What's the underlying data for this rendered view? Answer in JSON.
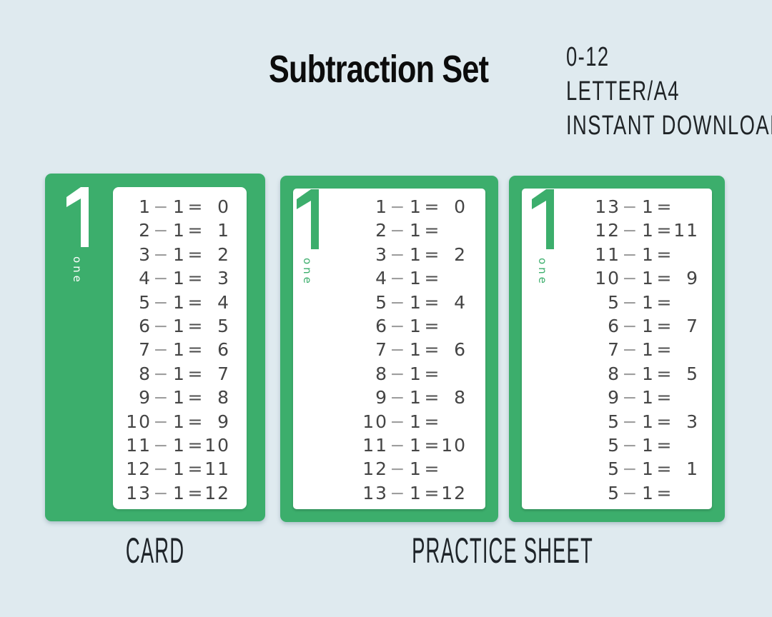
{
  "header": {
    "title": "Subtraction Set",
    "info_lines": [
      "0-12",
      "LETTER/A4",
      "INSTANT DOWNLOAD"
    ]
  },
  "labels": {
    "card": "CARD",
    "practice_sheet": "PRACTICE SHEET"
  },
  "colors": {
    "background": "#dfeaef",
    "green": "#3cae6c",
    "equation_text": "#454545",
    "minus_sign": "#9d9d9d",
    "white": "#ffffff"
  },
  "cards": [
    {
      "style": "solid",
      "number": "1",
      "word": "one",
      "operator": "−",
      "equals_sign": "=",
      "rows": [
        {
          "m": "1",
          "s": "1",
          "a": "0"
        },
        {
          "m": "2",
          "s": "1",
          "a": "1"
        },
        {
          "m": "3",
          "s": "1",
          "a": "2"
        },
        {
          "m": "4",
          "s": "1",
          "a": "3"
        },
        {
          "m": "5",
          "s": "1",
          "a": "4"
        },
        {
          "m": "6",
          "s": "1",
          "a": "5"
        },
        {
          "m": "7",
          "s": "1",
          "a": "6"
        },
        {
          "m": "8",
          "s": "1",
          "a": "7"
        },
        {
          "m": "9",
          "s": "1",
          "a": "8"
        },
        {
          "m": "10",
          "s": "1",
          "a": "9"
        },
        {
          "m": "11",
          "s": "1",
          "a": "10"
        },
        {
          "m": "12",
          "s": "1",
          "a": "11"
        },
        {
          "m": "13",
          "s": "1",
          "a": "12"
        }
      ]
    },
    {
      "style": "framed",
      "number": "1",
      "word": "one",
      "operator": "−",
      "equals_sign": "=",
      "rows": [
        {
          "m": "1",
          "s": "1",
          "a": "0"
        },
        {
          "m": "2",
          "s": "1",
          "a": ""
        },
        {
          "m": "3",
          "s": "1",
          "a": "2"
        },
        {
          "m": "4",
          "s": "1",
          "a": ""
        },
        {
          "m": "5",
          "s": "1",
          "a": "4"
        },
        {
          "m": "6",
          "s": "1",
          "a": ""
        },
        {
          "m": "7",
          "s": "1",
          "a": "6"
        },
        {
          "m": "8",
          "s": "1",
          "a": ""
        },
        {
          "m": "9",
          "s": "1",
          "a": "8"
        },
        {
          "m": "10",
          "s": "1",
          "a": ""
        },
        {
          "m": "11",
          "s": "1",
          "a": "10"
        },
        {
          "m": "12",
          "s": "1",
          "a": ""
        },
        {
          "m": "13",
          "s": "1",
          "a": "12"
        }
      ]
    },
    {
      "style": "framed",
      "number": "1",
      "word": "one",
      "operator": "−",
      "equals_sign": "=",
      "rows": [
        {
          "m": "13",
          "s": "1",
          "a": ""
        },
        {
          "m": "12",
          "s": "1",
          "a": "11"
        },
        {
          "m": "11",
          "s": "1",
          "a": ""
        },
        {
          "m": "10",
          "s": "1",
          "a": "9"
        },
        {
          "m": "5",
          "s": "1",
          "a": ""
        },
        {
          "m": "6",
          "s": "1",
          "a": "7"
        },
        {
          "m": "7",
          "s": "1",
          "a": ""
        },
        {
          "m": "8",
          "s": "1",
          "a": "5"
        },
        {
          "m": "9",
          "s": "1",
          "a": ""
        },
        {
          "m": "5",
          "s": "1",
          "a": "3"
        },
        {
          "m": "5",
          "s": "1",
          "a": ""
        },
        {
          "m": "5",
          "s": "1",
          "a": "1"
        },
        {
          "m": "5",
          "s": "1",
          "a": ""
        }
      ]
    }
  ]
}
